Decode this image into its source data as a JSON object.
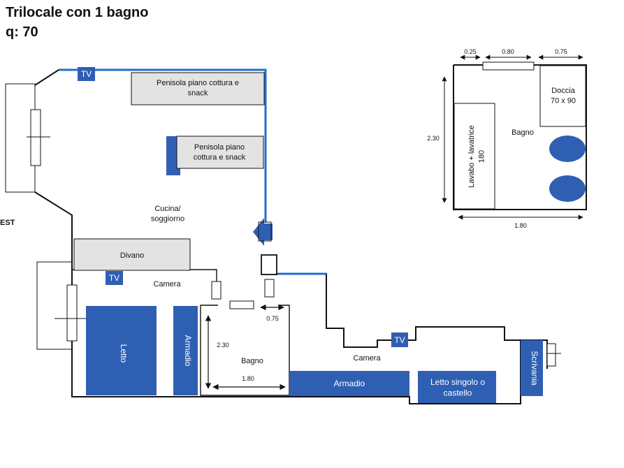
{
  "header": {
    "title": "Trilocale con 1 bagno",
    "area": "q: 70"
  },
  "plan": {
    "cut_label": "EST",
    "colors": {
      "wall": "#111111",
      "water_line": "#1f6fd0",
      "furniture": "#2f5fb3",
      "counter": "#e3e3e3"
    },
    "rooms": {
      "kitchen": "Cucina/\nsoggiorno",
      "bedroom1": "Camera",
      "bedroom2": "Camera",
      "bathroom": "Bagno"
    },
    "furniture": {
      "peninsula1": "Penisola piano cottura e\nsnack",
      "peninsula2": "Penisola piano\ncottura e snack",
      "sofa": "Divano",
      "bed": "Letto",
      "wardrobe_vertical": "Armadio",
      "wardrobe_horizontal": "Armadio",
      "single_bed": "Letto singolo o\ncastello",
      "desk": "Scrivania"
    },
    "tv": [
      "TV",
      "TV",
      "TV"
    ],
    "bath_dims": {
      "width": "1.80",
      "height": "2.30",
      "door": "0.75"
    }
  },
  "detail": {
    "room": "Bagno",
    "shower": "Doccia\n70 x 90",
    "sink": "Lavabo + lavatrice\n180",
    "dims": {
      "top_left": "0.25",
      "top_mid": "0.80",
      "top_right": "0.75",
      "side": "2.30",
      "bottom": "1.80"
    }
  }
}
